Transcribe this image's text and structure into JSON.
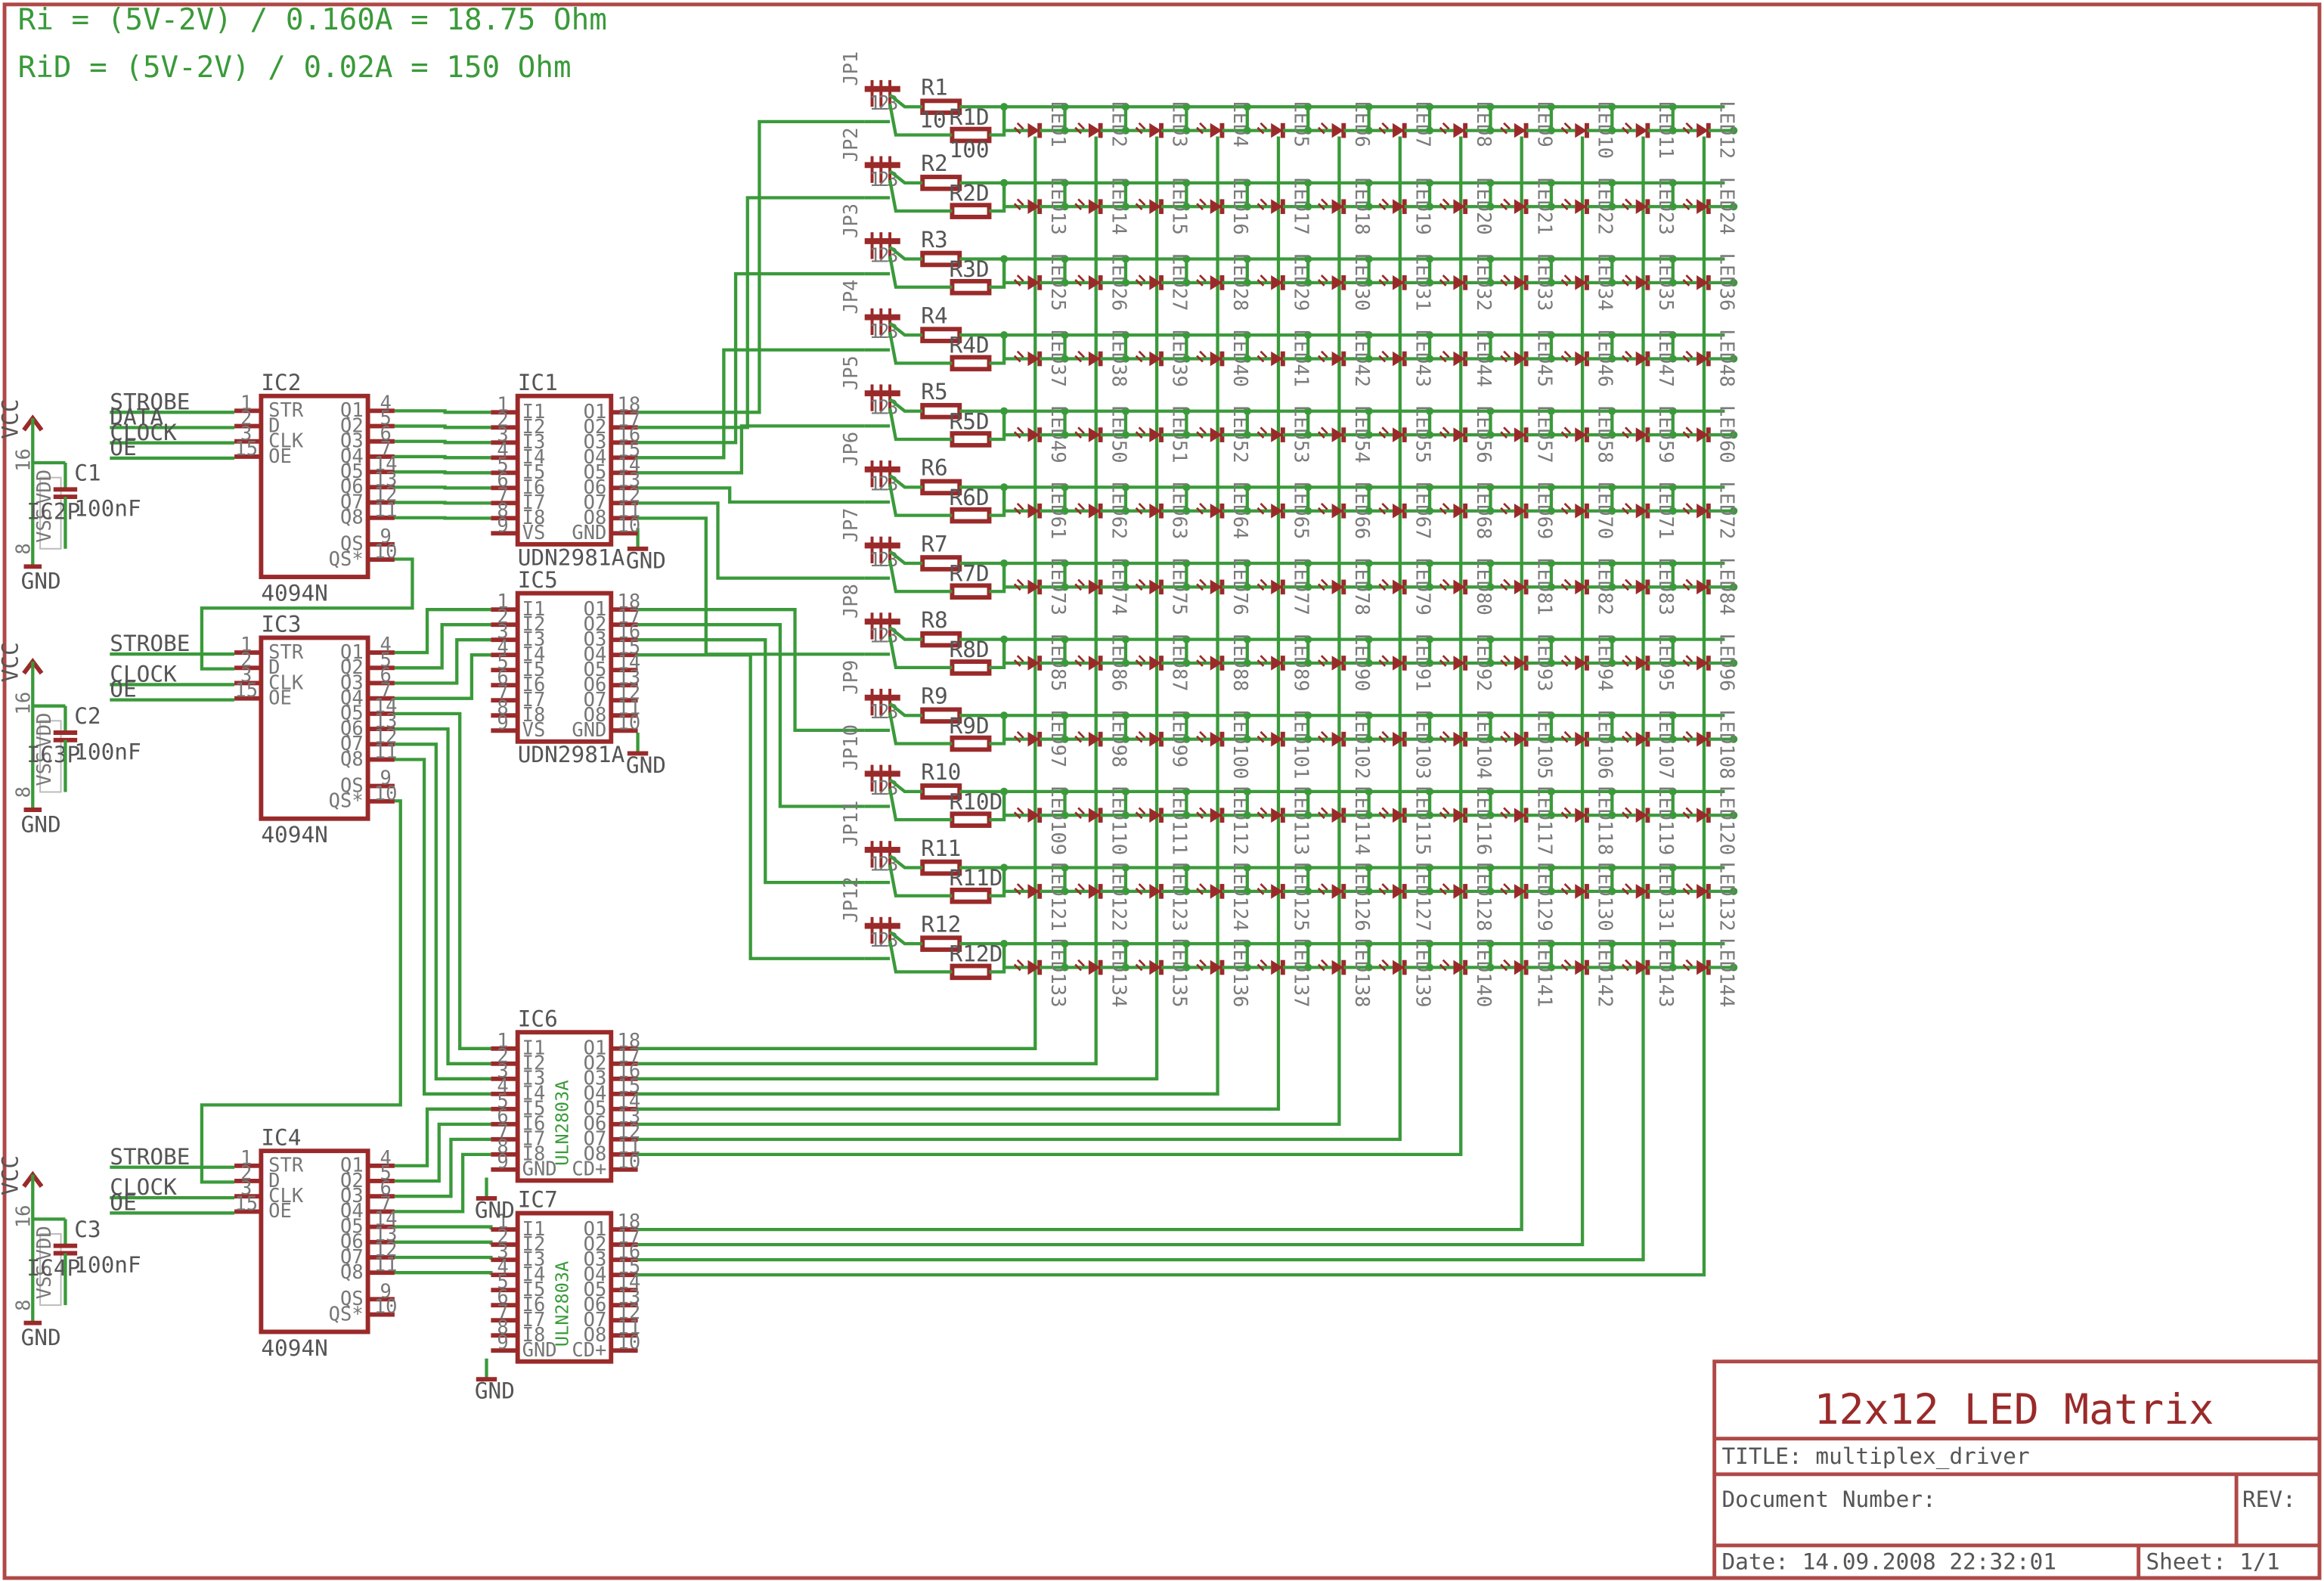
{
  "formulas": [
    "Ri = (5V-2V) / 0.160A = 18.75 Ohm",
    "RiD = (5V-2V) / 0.02A = 150 Ohm"
  ],
  "title_block": {
    "big_title": "12x12 LED Matrix",
    "title": "TITLE:  multiplex_driver",
    "doc_number": "Document Number:",
    "rev": "REV:",
    "date": "Date: 14.09.2008 22:32:01",
    "sheet": "Sheet: 1/1"
  },
  "colors": {
    "wire": "#3a9a3a",
    "part": "#9a2a2a",
    "frame": "#b04848",
    "text": "#555555",
    "junction": "#3a9a3a"
  },
  "shift_registers": [
    {
      "name": "IC2",
      "type": "4094N",
      "power": "IC2P",
      "inputs": [
        "STROBE",
        "DATA",
        "CLOCK",
        "OE"
      ],
      "cap": "C1",
      "cap_val": "100nF"
    },
    {
      "name": "IC3",
      "type": "4094N",
      "power": "IC3P",
      "inputs": [
        "STROBE",
        "",
        "CLOCK",
        "OE"
      ],
      "cap": "C2",
      "cap_val": "100nF"
    },
    {
      "name": "IC4",
      "type": "4094N",
      "power": "IC4P",
      "inputs": [
        "STROBE",
        "",
        "CLOCK",
        "OE"
      ],
      "cap": "C3",
      "cap_val": "100nF"
    }
  ],
  "sr_pins": {
    "left": [
      "STR",
      "D",
      "CLK",
      "OE"
    ],
    "left_nums": [
      "1",
      "2",
      "3",
      "15"
    ],
    "right": [
      "Q1",
      "Q2",
      "Q3",
      "Q4",
      "Q5",
      "Q6",
      "Q7",
      "Q8",
      "QS",
      "QS*"
    ],
    "right_nums": [
      "4",
      "5",
      "6",
      "7",
      "14",
      "13",
      "12",
      "11",
      "9",
      "10"
    ]
  },
  "drivers": [
    {
      "name": "IC1",
      "type": "UDN2981A"
    },
    {
      "name": "IC5",
      "type": "UDN2981A"
    },
    {
      "name": "IC6",
      "type": "ULN2803A"
    },
    {
      "name": "IC7",
      "type": "ULN2803A"
    }
  ],
  "drv_pins": {
    "udn_left": [
      "I1",
      "I2",
      "I3",
      "I4",
      "I5",
      "I6",
      "I7",
      "I8",
      "VS"
    ],
    "udn_right": [
      "O1",
      "O2",
      "O3",
      "O4",
      "O5",
      "O6",
      "O7",
      "O8",
      "GND"
    ],
    "uln_left": [
      "I1",
      "I2",
      "I3",
      "I4",
      "I5",
      "I6",
      "I7",
      "I8",
      "GND"
    ],
    "uln_right": [
      "O1",
      "O2",
      "O3",
      "O4",
      "O5",
      "O6",
      "O7",
      "O8",
      "CD+"
    ],
    "left_nums": [
      "1",
      "2",
      "3",
      "4",
      "5",
      "6",
      "7",
      "8",
      "9"
    ],
    "right_nums": [
      "18",
      "17",
      "16",
      "15",
      "14",
      "13",
      "12",
      "11",
      "10"
    ]
  },
  "supply": {
    "vcc": "VCC",
    "gnd": "GND",
    "vdd": "VDD",
    "vss": "VSS",
    "pin16": "16",
    "pin8": "8"
  },
  "rows": [
    {
      "jp": "JP1",
      "r": "R1",
      "rd": "R1D",
      "r_val": "10",
      "rd_val": "100"
    },
    {
      "jp": "JP2",
      "r": "R2",
      "rd": "R2D"
    },
    {
      "jp": "JP3",
      "r": "R3",
      "rd": "R3D"
    },
    {
      "jp": "JP4",
      "r": "R4",
      "rd": "R4D"
    },
    {
      "jp": "JP5",
      "r": "R5",
      "rd": "R5D"
    },
    {
      "jp": "JP6",
      "r": "R6",
      "rd": "R6D"
    },
    {
      "jp": "JP7",
      "r": "R7",
      "rd": "R7D"
    },
    {
      "jp": "JP8",
      "r": "R8",
      "rd": "R8D"
    },
    {
      "jp": "JP9",
      "r": "R9",
      "rd": "R9D"
    },
    {
      "jp": "JP10",
      "r": "R10",
      "rd": "R10D"
    },
    {
      "jp": "JP11",
      "r": "R11",
      "rd": "R11D"
    },
    {
      "jp": "JP12",
      "r": "R12",
      "rd": "R12D"
    }
  ],
  "jp_pins": [
    "1",
    "2",
    "3"
  ],
  "led_prefix": "LED",
  "led_count": 144
}
